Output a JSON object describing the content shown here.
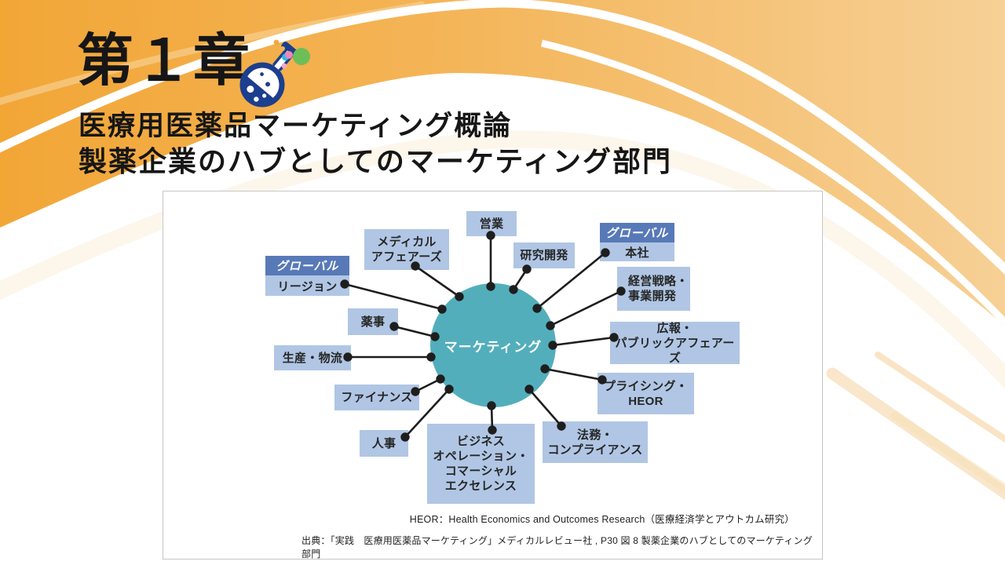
{
  "slide_title": {
    "chapter": "第１章",
    "subtitle_line1": "医療用医薬品マーケティング概論",
    "subtitle_line2": "製薬企業のハブとしてのマーケティング部門"
  },
  "diagram": {
    "hub_label": "マーケティング",
    "nodes": [
      {
        "label": "営業"
      },
      {
        "label": "研究開発"
      },
      {
        "tag": "グローバル",
        "label": "本社"
      },
      {
        "label": "経営戦略・\n事業開発"
      },
      {
        "label": "広報・\nパブリックアフェアーズ"
      },
      {
        "label": "プライシング・\nHEOR"
      },
      {
        "label": "法務・\nコンプライアンス"
      },
      {
        "label": "ビジネス\nオペレーション・\nコマーシャル\nエクセレンス"
      },
      {
        "label": "人事"
      },
      {
        "label": "ファイナンス"
      },
      {
        "label": "生産・物流"
      },
      {
        "label": "薬事"
      },
      {
        "tag": "グローバル",
        "label": "リージョン"
      },
      {
        "label": "メディカル\nアフェアーズ"
      }
    ],
    "caption": "HEOR：Health Economics and Outcomes Research（医療経済学とアウトカム研究）",
    "source": "出典：「実践　医療用医薬品マーケティング」メディカルレビュー社 , P30 図 8 製薬企業のハブとしてのマーケティング部門"
  },
  "colors": {
    "accent_orange": "#F2A636",
    "node_fill": "#B0C6E4",
    "tag_fill": "#5879B8",
    "hub_fill": "#53AEBC"
  }
}
